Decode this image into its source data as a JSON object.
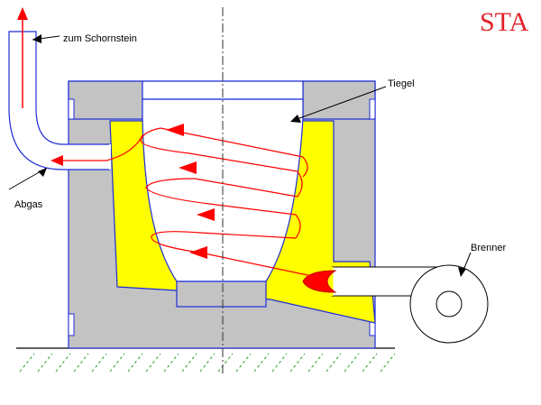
{
  "labels": {
    "chimney": "zum Schornstein",
    "crucible": "Tiegel",
    "exhaust": "Abgas",
    "burner": "Brenner",
    "brand": "STA"
  },
  "colors": {
    "outline": "#1f2cd8",
    "insulation": "#c3c3c3",
    "hot_zone": "#ffff00",
    "flame_path": "#ff0000",
    "ground_hatch": "#22a022",
    "axis": "#333333",
    "brand": "#e0242a"
  }
}
